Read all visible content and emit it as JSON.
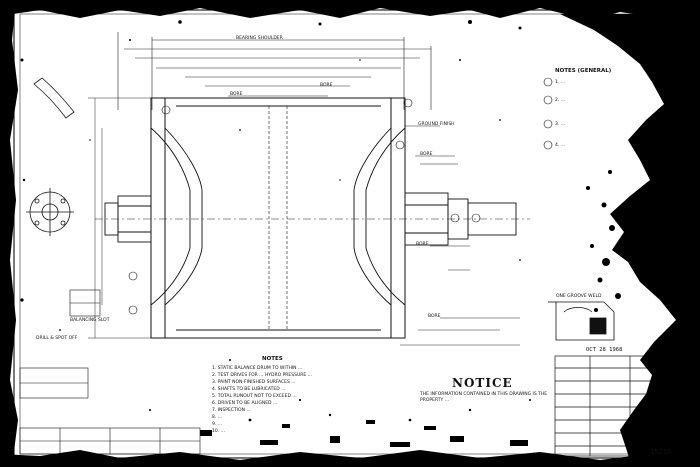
{
  "drawing": {
    "dims": {
      "bearing_shoulder": "BEARING SHOULDER",
      "bore_a": "BORE",
      "bore_b": "BORE",
      "bore_c": "BORE",
      "bore_d": "BORE",
      "bore_e": "BORE",
      "ground_finish": "GROUND FINISH",
      "balancing_slot_label": "BALANCING SLOT",
      "drill_spot_label": "DRILL & SPOT OFF"
    },
    "notes_side": {
      "title": "NOTES (GENERAL)",
      "items": [
        "1. ...",
        "2. ...",
        "3. ...",
        "4. ..."
      ]
    },
    "notes_bottom": {
      "title": "NOTES",
      "items": [
        "1. STATIC BALANCE DRUM TO WITHIN ...",
        "2. TEST DRIVES FOR ... HYDRO PRESSURE ...",
        "3. PAINT NON-FINISHED SURFACES ...",
        "4. SHAFTS TO BE LUBRICATED ...",
        "5. TOTAL RUNOUT NOT TO EXCEED ...",
        "6. DRIVEN TO BE ALIGNED ...",
        "7. INSPECTION ...",
        "8. ...",
        "9. ...",
        "10. ..."
      ]
    },
    "weld_detail": "ONE GROOVE WELD",
    "notice": {
      "title": "NOTICE",
      "body": "THE INFORMATION CONTAINED IN THIS DRAWING IS THE PROPERTY ..."
    },
    "stamp_date": "OCT 28 1968",
    "drawing_number": "15216"
  }
}
